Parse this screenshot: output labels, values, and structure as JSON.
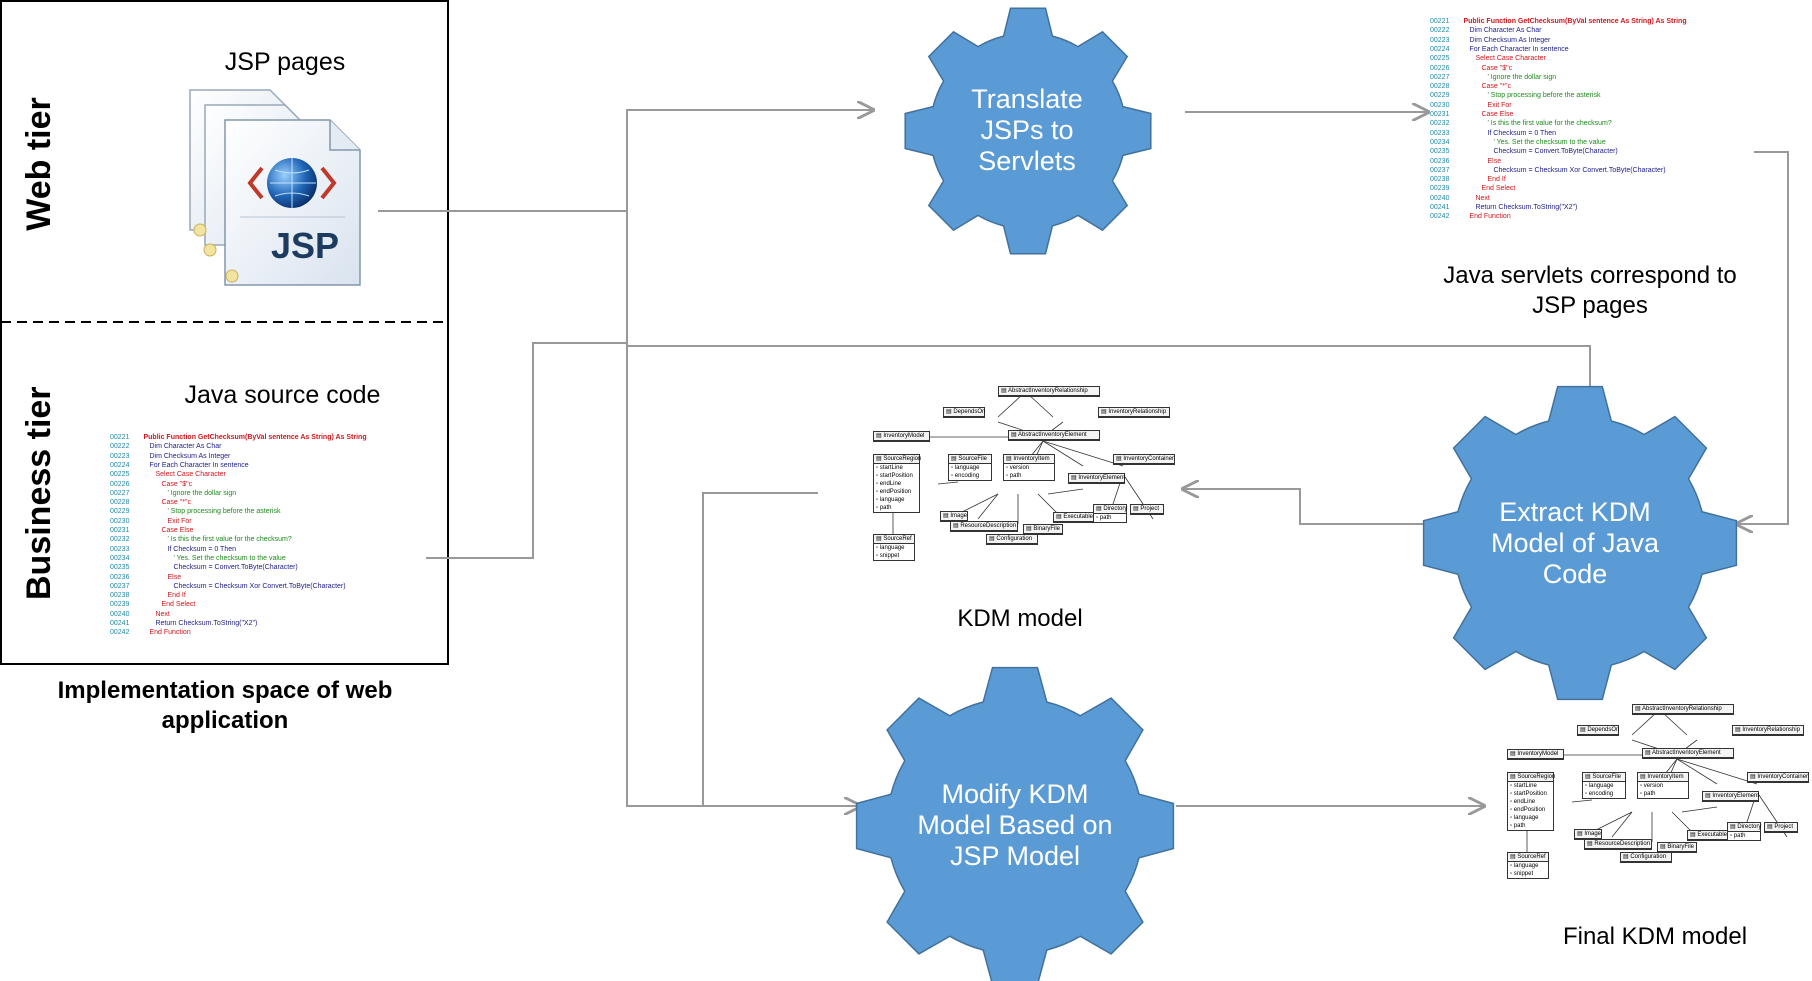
{
  "tiers": {
    "web": "Web tier",
    "business": "Business tier"
  },
  "labels": {
    "jsp_pages": "JSP pages",
    "jsp_icon_text": "JSP",
    "java_source_code": "Java source code",
    "impl_space": "Implementation space of web application",
    "java_servlets": "Java servlets correspond to JSP pages",
    "kdm_model": "KDM model",
    "final_kdm_model": "Final KDM model"
  },
  "gears": {
    "translate": "Translate JSPs to Servlets",
    "extract": "Extract KDM Model of Java Code",
    "modify": "Modify KDM Model Based on JSP Model"
  },
  "code": {
    "lines": [
      {
        "n": "00221",
        "t": "Public Function GetChecksum(ByVal sentence As String) As String",
        "c": "bd"
      },
      {
        "n": "00222",
        "t": "Dim Character As Char",
        "c": "tx"
      },
      {
        "n": "00223",
        "t": "Dim Checksum As Integer",
        "c": "tx"
      },
      {
        "n": "00224",
        "t": "For Each Character In sentence",
        "c": "tx"
      },
      {
        "n": "00225",
        "t": "Select Case Character",
        "c": "kw"
      },
      {
        "n": "00226",
        "t": "Case \"$\"c",
        "c": "kw"
      },
      {
        "n": "00227",
        "t": "' Ignore the dollar sign",
        "c": "cm"
      },
      {
        "n": "00228",
        "t": "Case \"*\"c",
        "c": "kw"
      },
      {
        "n": "00229",
        "t": "' Stop processing before the asterisk",
        "c": "cm"
      },
      {
        "n": "00230",
        "t": "Exit For",
        "c": "kw"
      },
      {
        "n": "00231",
        "t": "Case Else",
        "c": "kw"
      },
      {
        "n": "00232",
        "t": "' Is this the first value for the checksum?",
        "c": "cm"
      },
      {
        "n": "00233",
        "t": "If Checksum = 0 Then",
        "c": "tx"
      },
      {
        "n": "00234",
        "t": "' Yes. Set the checksum to the value",
        "c": "cm"
      },
      {
        "n": "00235",
        "t": "Checksum = Convert.ToByte(Character)",
        "c": "tx"
      },
      {
        "n": "00236",
        "t": "Else",
        "c": "kw"
      },
      {
        "n": "00237",
        "t": "Checksum = Checksum Xor Convert.ToByte(Character)",
        "c": "tx"
      },
      {
        "n": "00238",
        "t": "End If",
        "c": "kw"
      },
      {
        "n": "00239",
        "t": "End Select",
        "c": "kw"
      },
      {
        "n": "00240",
        "t": "Next",
        "c": "kw"
      },
      {
        "n": "00241",
        "t": "Return Checksum.ToString(\"X2\")",
        "c": "tx"
      },
      {
        "n": "00242",
        "t": "End Function",
        "c": "kw"
      }
    ]
  },
  "uml": {
    "abstract_relationship": "AbstractInventoryRelationship",
    "depends_on": "DependsOn",
    "inventory_relationship": "InventoryRelationship",
    "inventory_model": "InventoryModel",
    "abstract_element": "AbstractInventoryElement",
    "source_region": "SourceRegion",
    "source_region_attrs": [
      "startLine",
      "startPosition",
      "endLine",
      "endPosition",
      "language",
      "path"
    ],
    "source_file": "SourceFile",
    "source_file_attrs": [
      "language",
      "encoding"
    ],
    "inventory_item": "InventoryItem",
    "inventory_item_attrs": [
      "version",
      "path"
    ],
    "inventory_element": "InventoryElement",
    "inventory_container": "InventoryContainer",
    "image": "Image",
    "resource_description": "ResourceDescription",
    "executable_file": "ExecutableFile",
    "binary_file": "BinaryFile",
    "configuration": "Configuration",
    "directory": "Directory",
    "directory_attrs": [
      "path"
    ],
    "project": "Project",
    "source_ref": "SourceRef",
    "source_ref_attrs": [
      "language",
      "snippet"
    ]
  },
  "colors": {
    "gear_fill": "#5b9bd5",
    "gear_stroke": "#41719c",
    "arrow": "#999999"
  }
}
